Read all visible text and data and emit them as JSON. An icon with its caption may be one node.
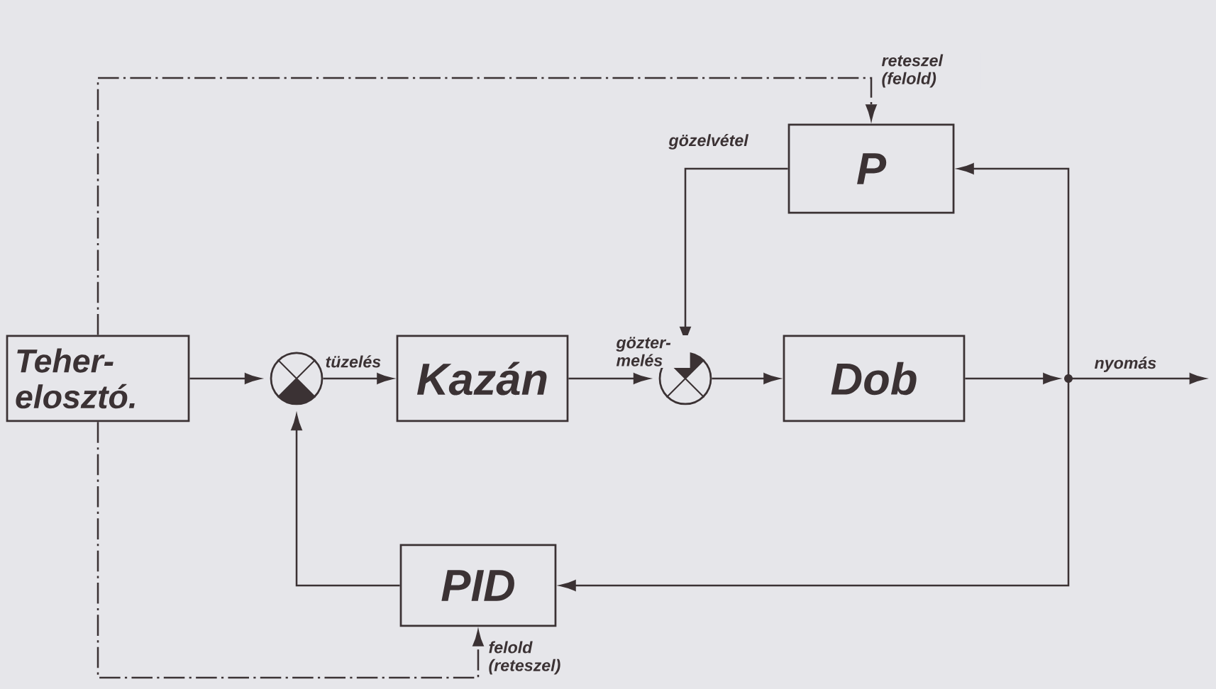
{
  "diagram": {
    "nodes": [
      {
        "text": [
          "Teher- elosztó."
        ]
      },
      {
        "text": [],
        "shape": "circle"
      },
      {
        "text": [
          "Kazán"
        ]
      },
      {
        "text": [],
        "shape": "circle"
      },
      {
        "text": [
          "Dob"
        ]
      },
      {
        "text": [
          "P"
        ]
      },
      {
        "text": [
          "PID"
        ]
      },
      {
        "text": [],
        "shape": "dot"
      }
    ],
    "edges": [
      {
        "from": 0,
        "to": 1,
        "arrow": "to"
      },
      {
        "from": 1,
        "to": 2,
        "arrow": "to",
        "label": "tüzelés"
      },
      {
        "from": 2,
        "to": 3,
        "arrow": "to",
        "label": "gözter- melés"
      },
      {
        "from": 3,
        "to": 4,
        "arrow": "to"
      },
      {
        "from": 4,
        "to": 7,
        "arrow": "to"
      },
      {
        "from": 7,
        "to": null,
        "arrow": "to",
        "label": "nyomás"
      },
      {
        "from": 7,
        "to": 5,
        "arrow": "to"
      },
      {
        "from": 7,
        "to": 6,
        "arrow": "to"
      },
      {
        "from": 5,
        "to": 3,
        "arrow": "to",
        "label": "gözelvétel"
      },
      {
        "from": 6,
        "to": 1,
        "arrow": "to"
      },
      {
        "from": 0,
        "to": 5,
        "arrow": "to",
        "style": "dashed",
        "label": "reteszel (felold)"
      },
      {
        "from": 0,
        "to": 6,
        "arrow": "to",
        "style": "dashed",
        "label": "felold (reteszel)"
      }
    ]
  }
}
